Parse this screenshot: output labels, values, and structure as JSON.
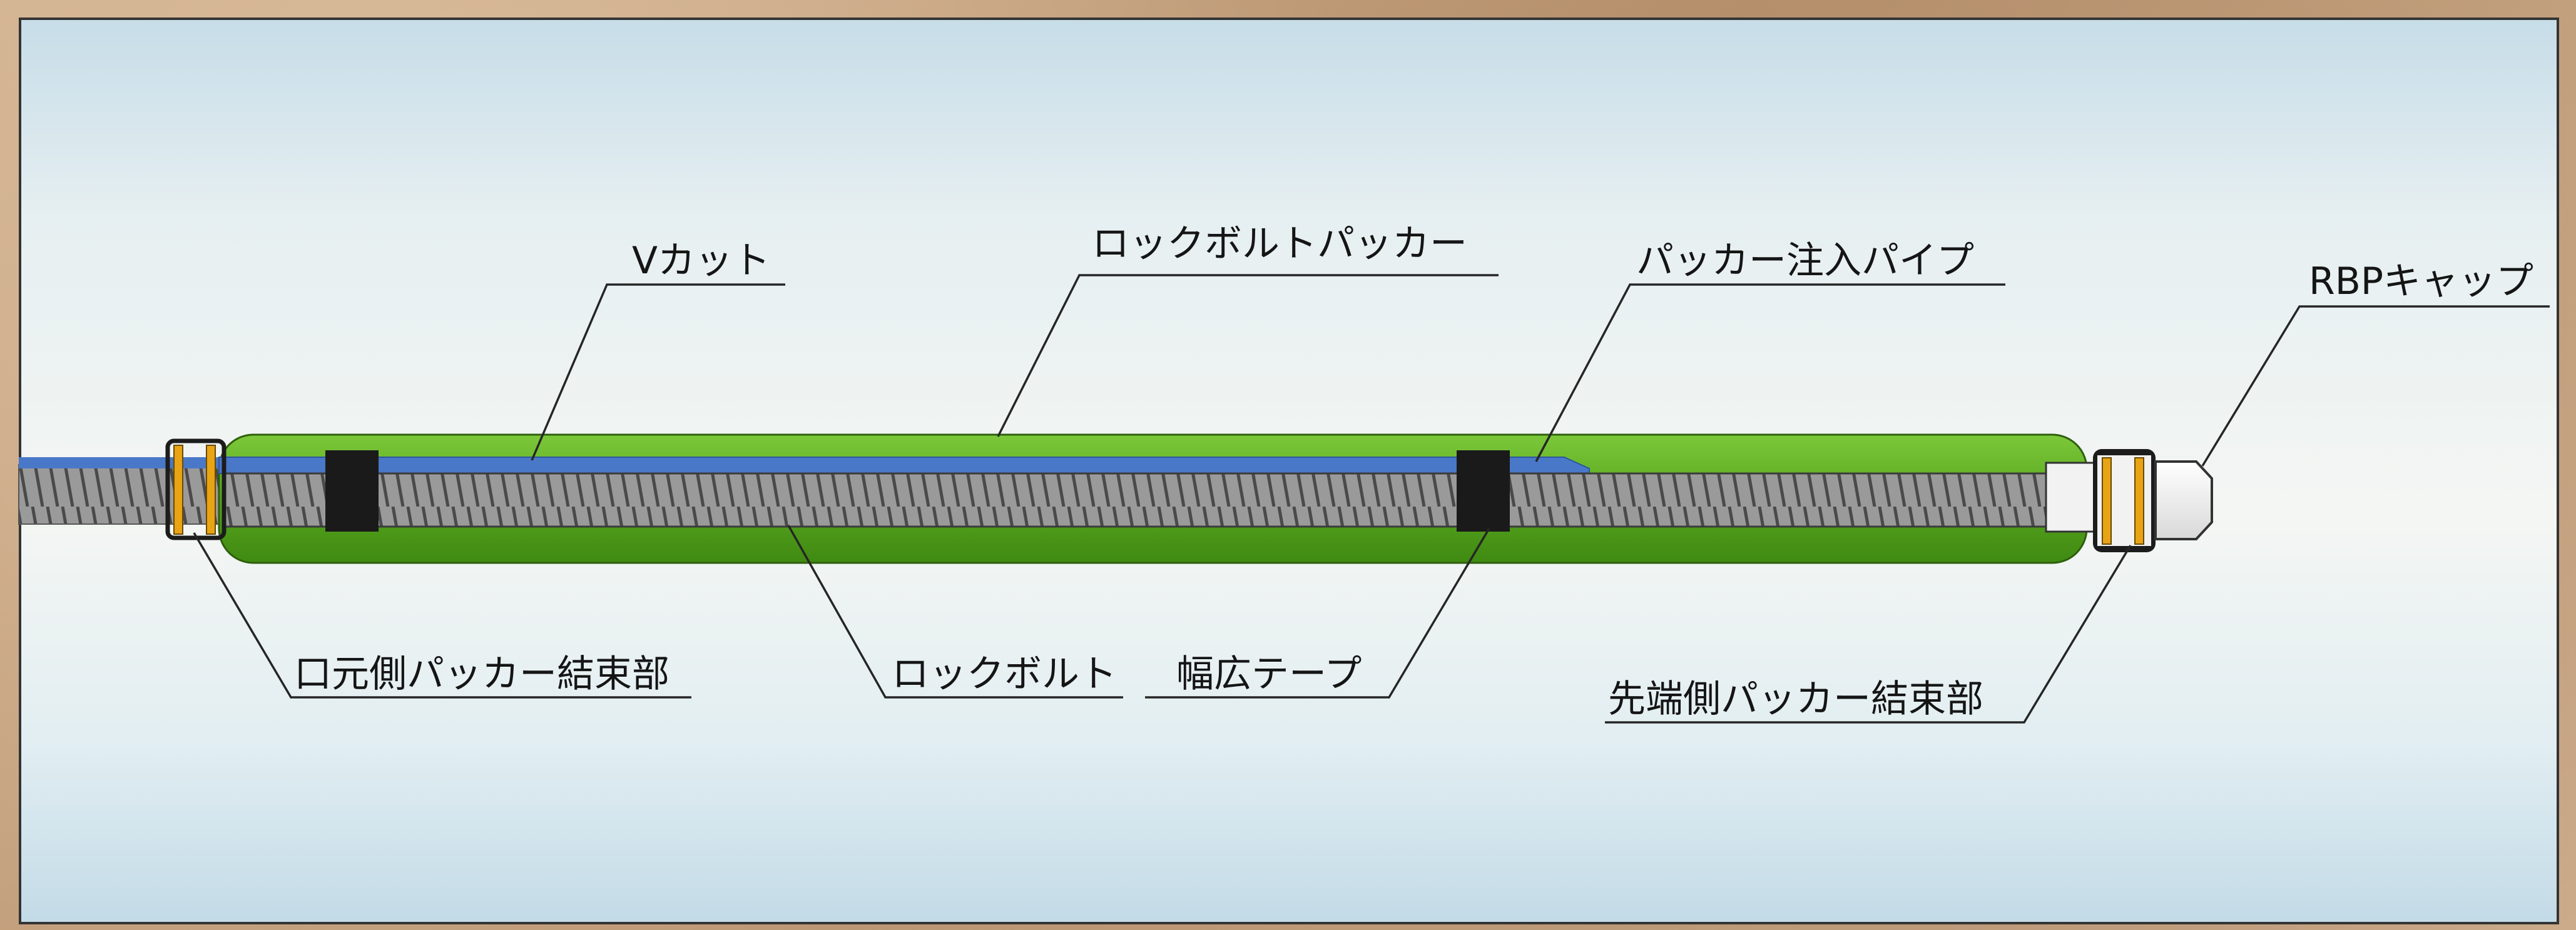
{
  "diagram": {
    "labels": {
      "v_cut": "Vカット",
      "rock_bolt_packer": "ロックボルトパッカー",
      "packer_injection_pipe": "パッカー注入パイプ",
      "rbp_cap": "RBPキャップ",
      "mouth_side_packer_binding": "口元側パッカー結束部",
      "rock_bolt": "ロックボルト",
      "wide_tape": "幅広テープ",
      "tip_side_packer_binding": "先端側パッカー結束部"
    },
    "colors": {
      "packer_green": "#5ca81f",
      "injection_pipe_blue": "#4a78c8",
      "rock_bolt_gray": "#8c8c8c",
      "tape_black": "#1a1a1a",
      "binding_band_orange": "#e8a414",
      "cap_white": "#f4f4f4",
      "background": "#eef3f2"
    }
  }
}
